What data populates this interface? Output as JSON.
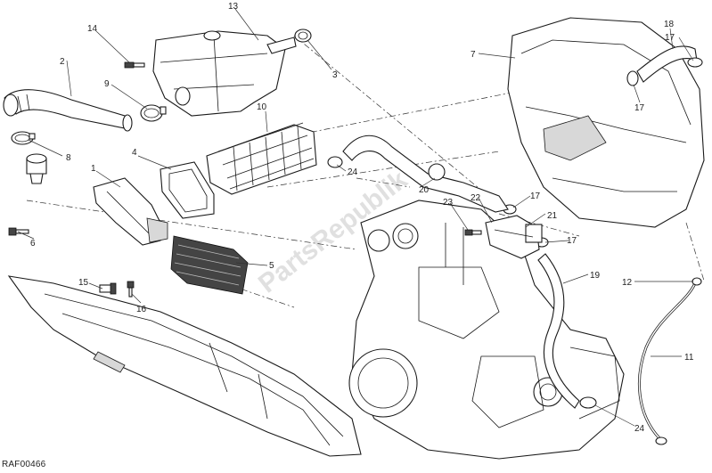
{
  "diagram": {
    "reference_code": "RAF00466",
    "watermark": "PartsRepublik",
    "callouts": {
      "c1": "1",
      "c2": "2",
      "c3": "3",
      "c4": "4",
      "c5": "5",
      "c6": "6",
      "c7": "7",
      "c8": "8",
      "c9": "9",
      "c10": "10",
      "c11": "11",
      "c12": "12",
      "c13": "13",
      "c14": "14",
      "c15": "15",
      "c16": "16",
      "c17a": "17",
      "c17b": "17",
      "c17c": "17",
      "c17d": "17",
      "c18": "18",
      "c19": "19",
      "c20": "20",
      "c21": "21",
      "c22": "22",
      "c23": "23",
      "c24a": "24",
      "c24b": "24"
    }
  }
}
